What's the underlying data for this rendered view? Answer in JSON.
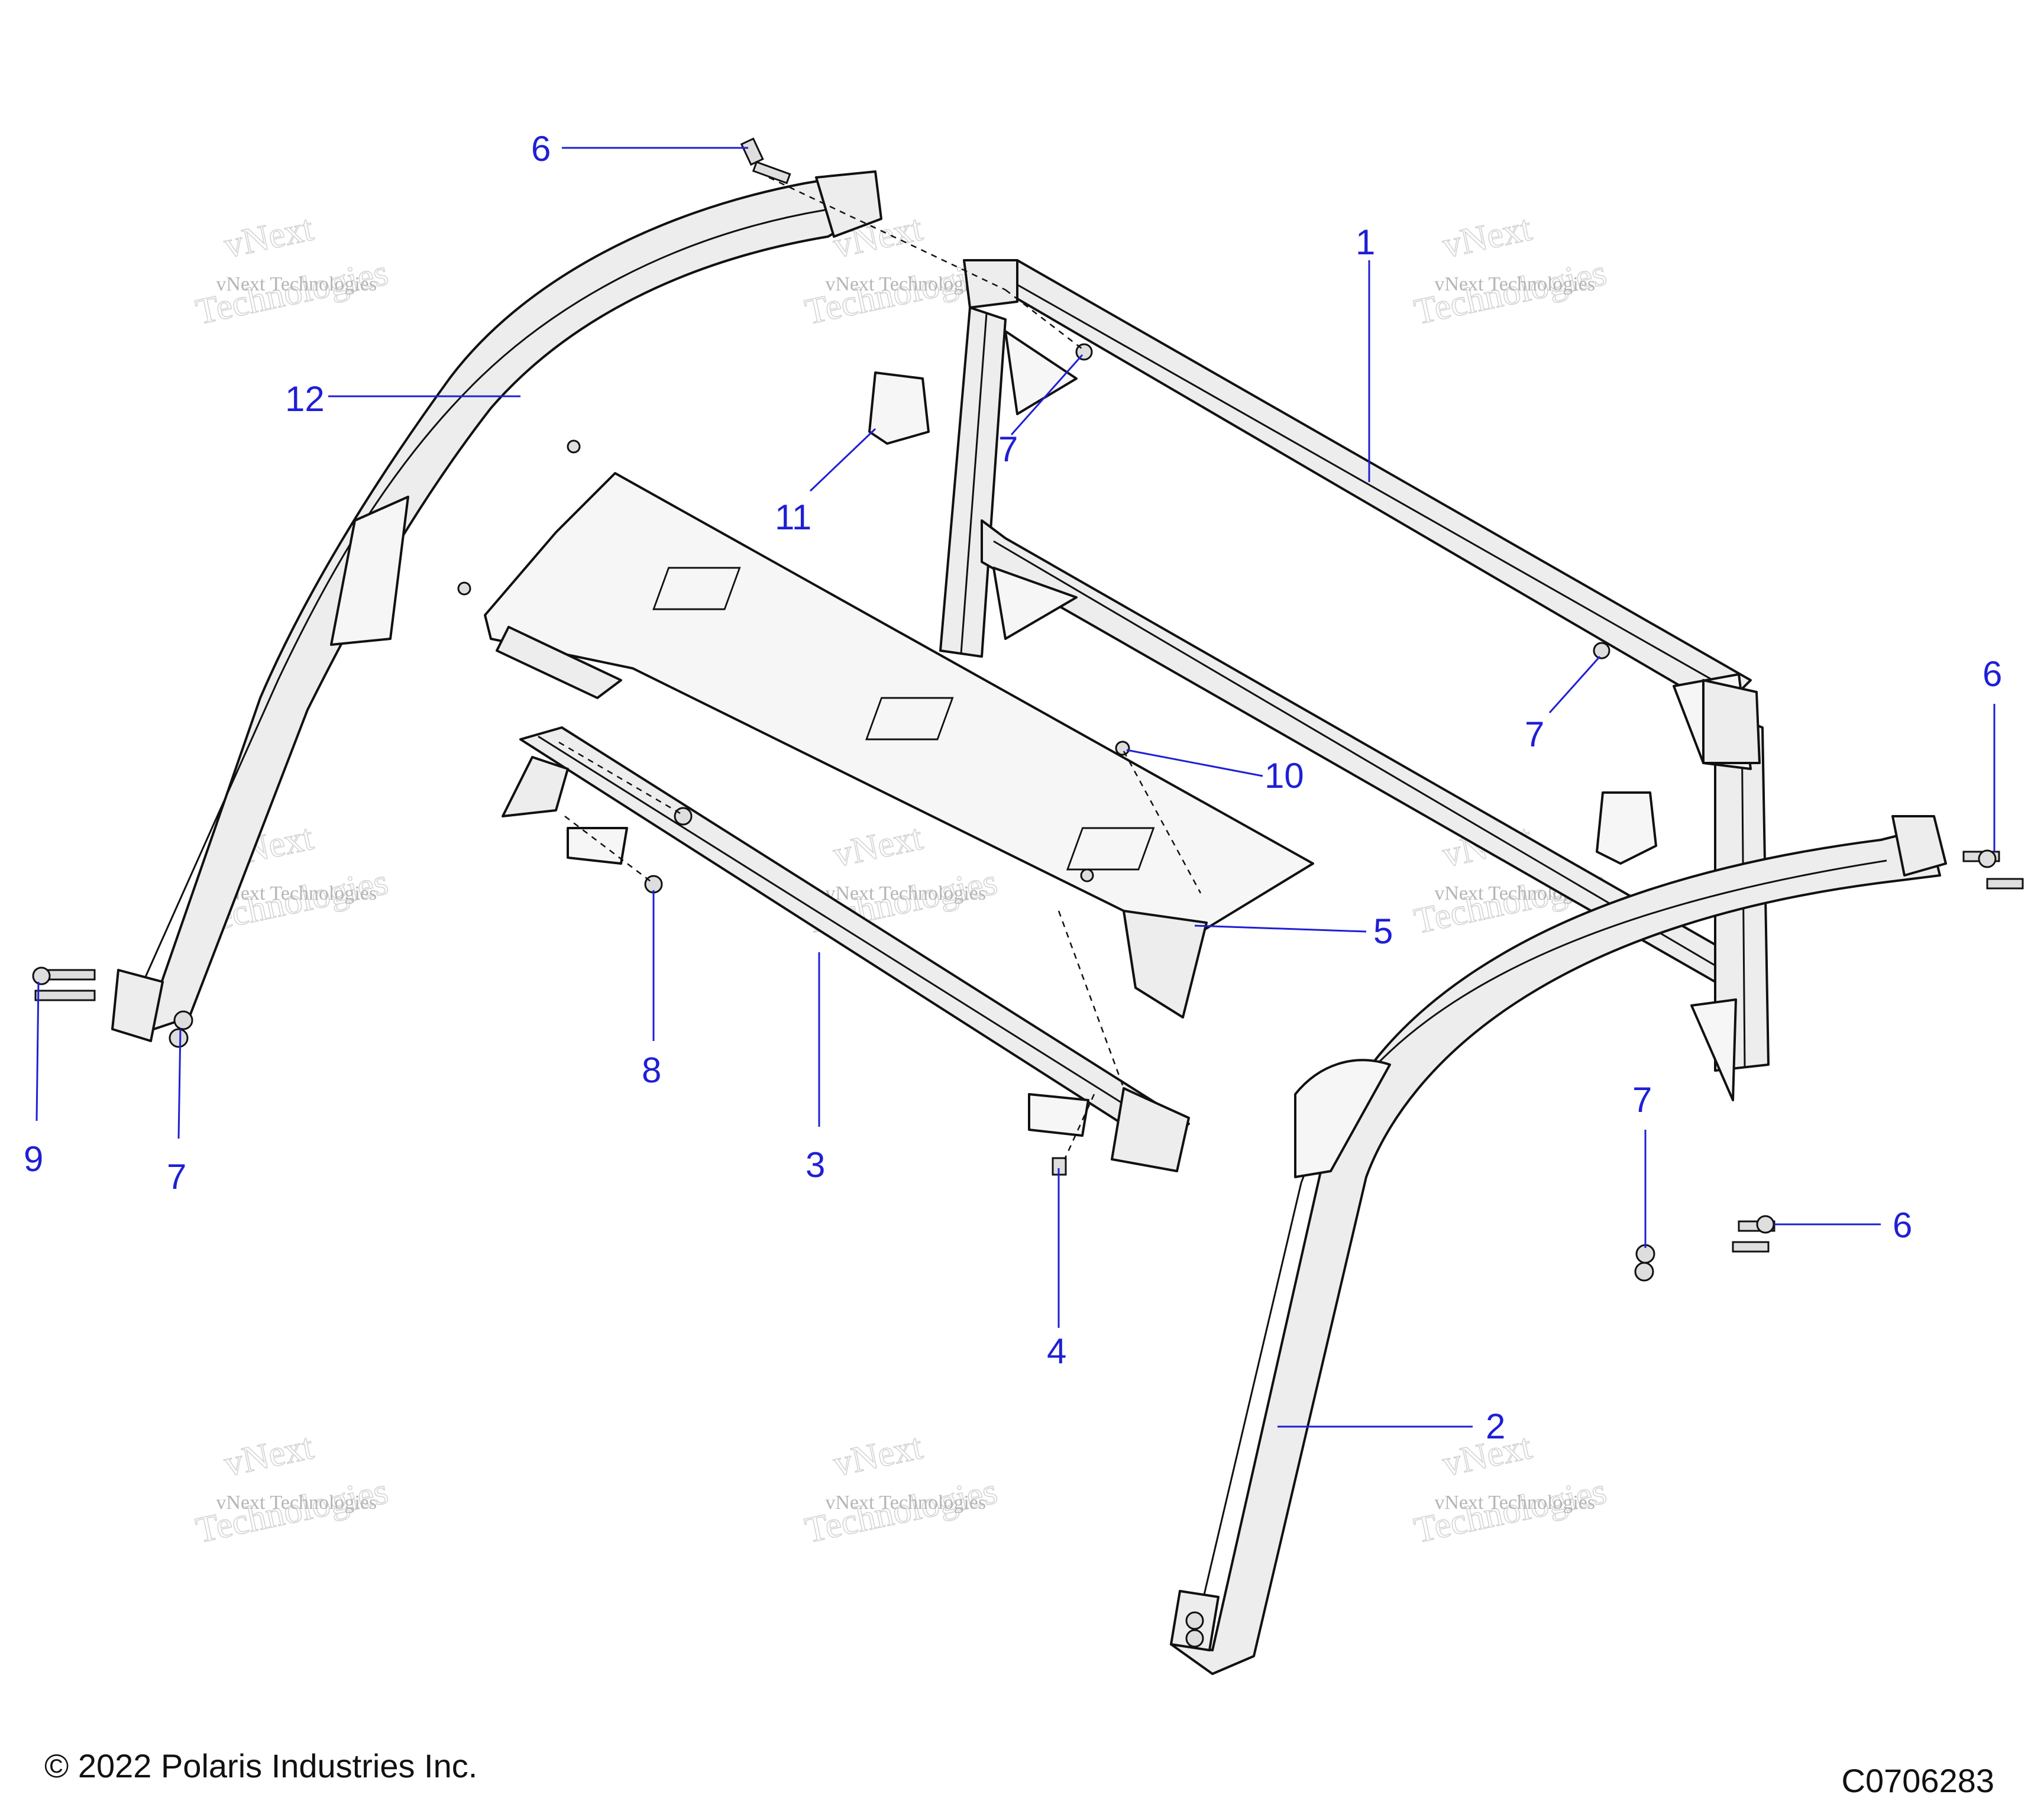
{
  "callouts": [
    {
      "id": "c1",
      "text": "1"
    },
    {
      "id": "c2",
      "text": "2"
    },
    {
      "id": "c3",
      "text": "3"
    },
    {
      "id": "c4",
      "text": "4"
    },
    {
      "id": "c5",
      "text": "5"
    },
    {
      "id": "c6a",
      "text": "6"
    },
    {
      "id": "c6b",
      "text": "6"
    },
    {
      "id": "c6c",
      "text": "6"
    },
    {
      "id": "c7a",
      "text": "7"
    },
    {
      "id": "c7b",
      "text": "7"
    },
    {
      "id": "c7c",
      "text": "7"
    },
    {
      "id": "c7d",
      "text": "7"
    },
    {
      "id": "c8",
      "text": "8"
    },
    {
      "id": "c9",
      "text": "9"
    },
    {
      "id": "c10",
      "text": "10"
    },
    {
      "id": "c11",
      "text": "11"
    },
    {
      "id": "c12",
      "text": "12"
    }
  ],
  "watermark": {
    "line1": "vNext",
    "line2": "vNext Technologies",
    "line3": "Technologies"
  },
  "footer": {
    "copyright": "© 2022 Polaris Industries Inc.",
    "code": "C0706283"
  }
}
